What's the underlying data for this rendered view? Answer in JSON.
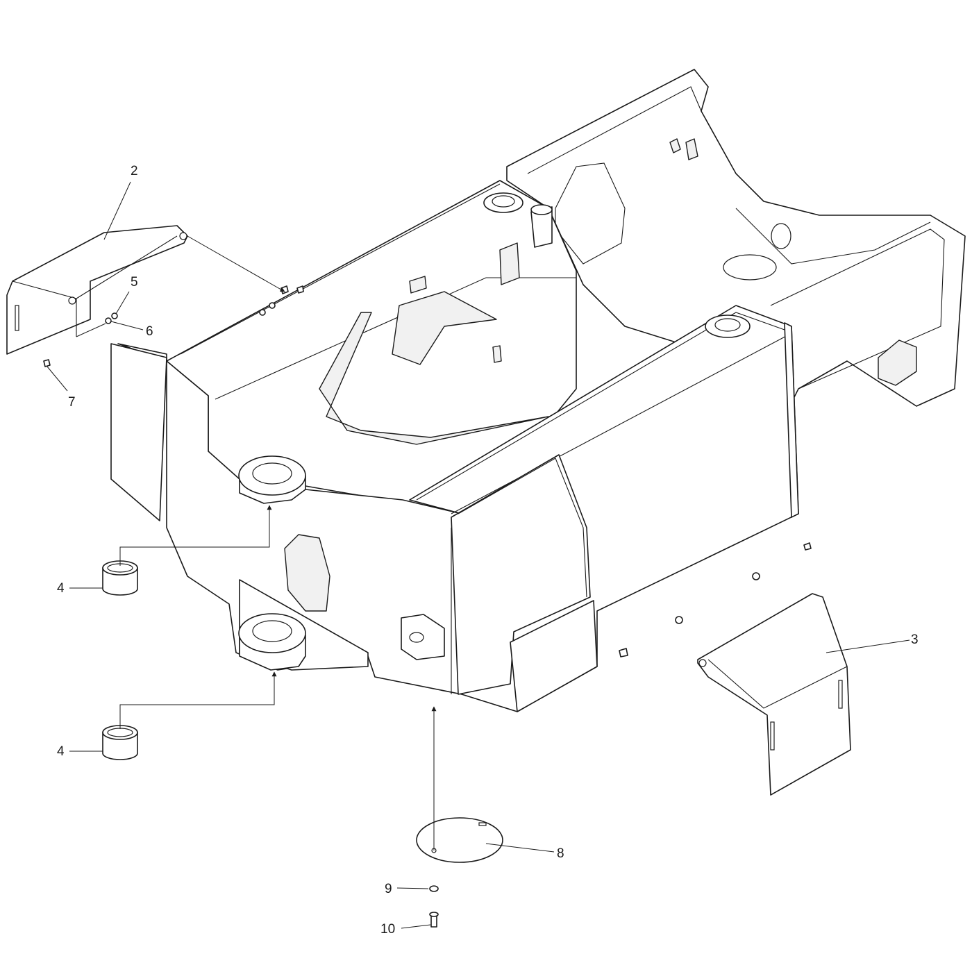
{
  "colors": {
    "line": "#1a1a1a",
    "background": "#ffffff",
    "shade": "#f1f1f1"
  },
  "callouts": {
    "c2": "2",
    "c3": "3",
    "c4a": "4",
    "c4b": "4",
    "c5": "5",
    "c6": "6",
    "c7": "7",
    "c8": "8",
    "c9": "9",
    "c10": "10"
  }
}
